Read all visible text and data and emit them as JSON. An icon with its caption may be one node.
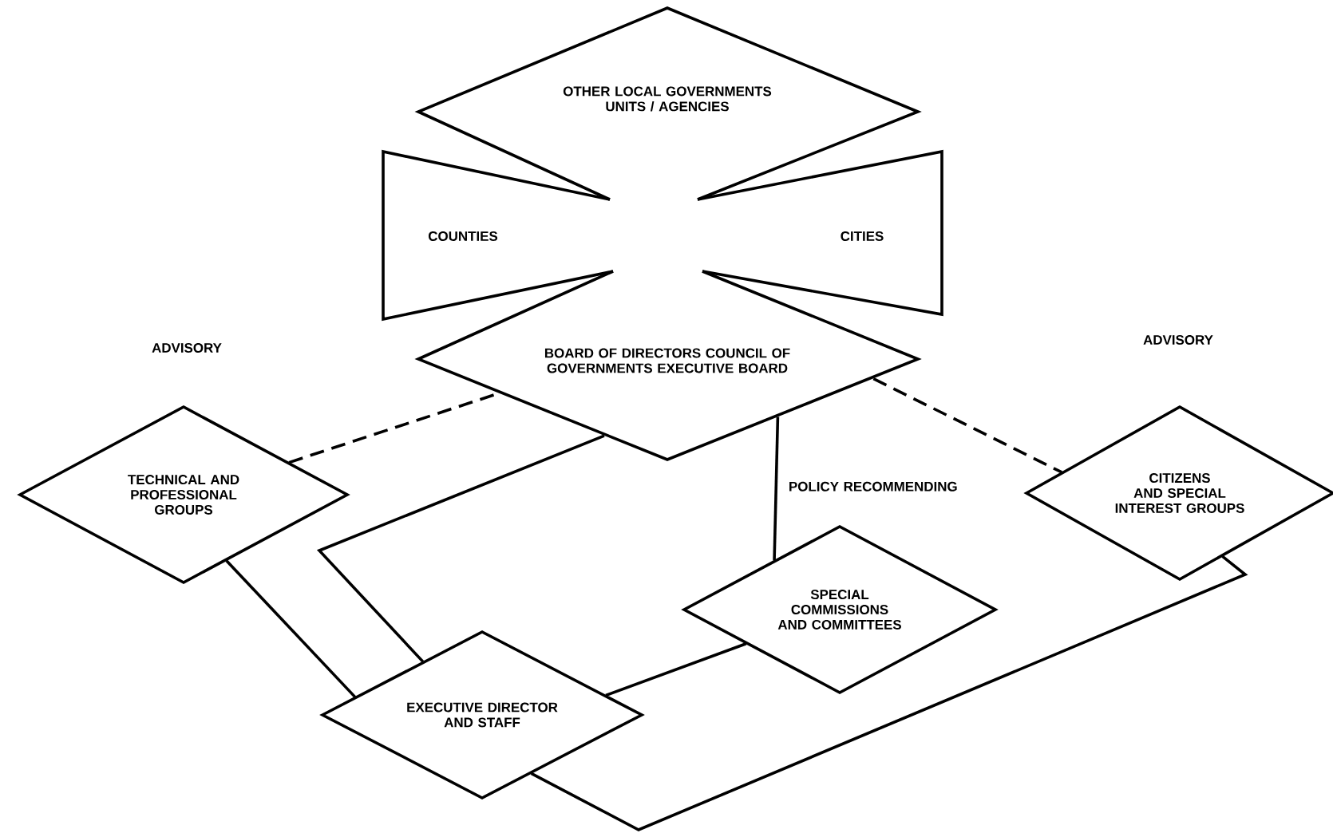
{
  "diagram": {
    "nodes": [
      {
        "text": [
          "OTHER LOCAL GOVERNMENTS UNITS / AGENCIES"
        ]
      },
      {
        "text": [
          "COUNTIES"
        ]
      },
      {
        "text": [
          "CITIES"
        ]
      },
      {
        "text": [
          "BOARD OF DIRECTORS COUNCIL OF GOVERNMENTS EXECUTIVE BOARD"
        ]
      },
      {
        "text": [
          "TECHNICAL AND PROFESSIONAL GROUPS"
        ]
      },
      {
        "text": [
          "CITIZENS AND SPECIAL INTEREST GROUPS"
        ]
      },
      {
        "text": [
          "SPECIAL COMMISSIONS AND COMMITTEES"
        ]
      },
      {
        "text": [
          "EXECUTIVE DIRECTOR AND STAFF"
        ]
      }
    ],
    "edges": [
      {
        "from": 4,
        "to": 3,
        "arrow": "none",
        "style": "dashed"
      },
      {
        "from": 3,
        "to": 5,
        "arrow": "none",
        "style": "dashed"
      },
      {
        "from": 3,
        "to": 6,
        "arrow": "none",
        "label": "POLICY RECOMMENDING"
      },
      {
        "from": 4,
        "to": 7,
        "arrow": "none"
      },
      {
        "from": 3,
        "to": 7,
        "arrow": "none"
      },
      {
        "from": 6,
        "to": 7,
        "arrow": "none"
      },
      {
        "from": 5,
        "to": 7,
        "arrow": "none"
      }
    ],
    "labels": [
      "ADVISORY",
      "ADVISORY"
    ]
  }
}
